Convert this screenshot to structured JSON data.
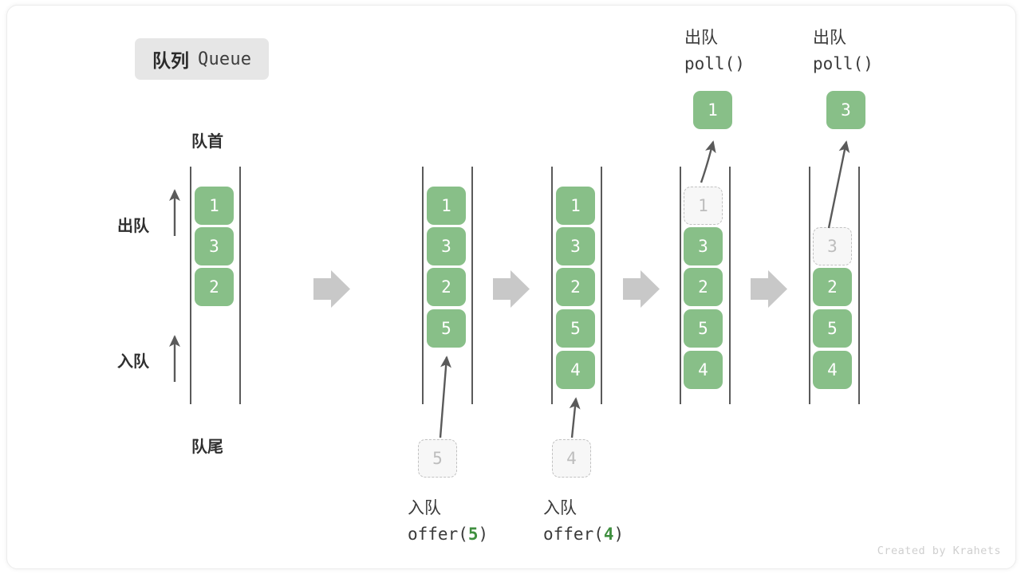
{
  "title": {
    "cn": "队列",
    "en": "Queue"
  },
  "labels": {
    "front": "队首",
    "rear": "队尾",
    "dequeue": "出队",
    "enqueue": "入队"
  },
  "credit": "Created by Krahets",
  "colors": {
    "cell_fill": "#88bf88",
    "cell_text": "#ffffff",
    "ghost_fill": "#f7f7f7",
    "ghost_border": "#c2c2c2",
    "ghost_text": "#bdbdbd",
    "rail": "#5a5a5a",
    "arrow": "#5a5a5a",
    "step_arrow": "#c8c8c8",
    "accent_number": "#3f8f3f",
    "badge_bg": "#e6e6e6"
  },
  "side_arrows": [
    {
      "name": "dequeue",
      "label": "出队"
    },
    {
      "name": "enqueue",
      "label": "入队"
    }
  ],
  "steps": [
    {
      "id": "initial",
      "items": [
        "1",
        "3",
        "2"
      ],
      "ghost_top": null,
      "ghost_bottom": null,
      "popped": null,
      "op_cn": null,
      "op_code": null,
      "op_arg": null
    },
    {
      "id": "offer-5",
      "items": [
        "1",
        "3",
        "2",
        "5"
      ],
      "ghost_top": null,
      "ghost_bottom": "5",
      "popped": null,
      "op_cn": "入队",
      "op_code": "offer(",
      "op_arg": "5",
      "op_code_end": ")"
    },
    {
      "id": "offer-4",
      "items": [
        "1",
        "3",
        "2",
        "5",
        "4"
      ],
      "ghost_top": null,
      "ghost_bottom": "4",
      "popped": null,
      "op_cn": "入队",
      "op_code": "offer(",
      "op_arg": "4",
      "op_code_end": ")"
    },
    {
      "id": "poll-1",
      "items": [
        "3",
        "2",
        "5",
        "4"
      ],
      "ghost_top": "1",
      "ghost_bottom": null,
      "popped": "1",
      "op_cn": "出队",
      "op_code": "poll()",
      "op_arg": null
    },
    {
      "id": "poll-3",
      "items": [
        "2",
        "5",
        "4"
      ],
      "ghost_top": "3",
      "ghost_bottom": null,
      "popped": "3",
      "op_cn": "出队",
      "op_code": "poll()",
      "op_arg": null
    }
  ]
}
